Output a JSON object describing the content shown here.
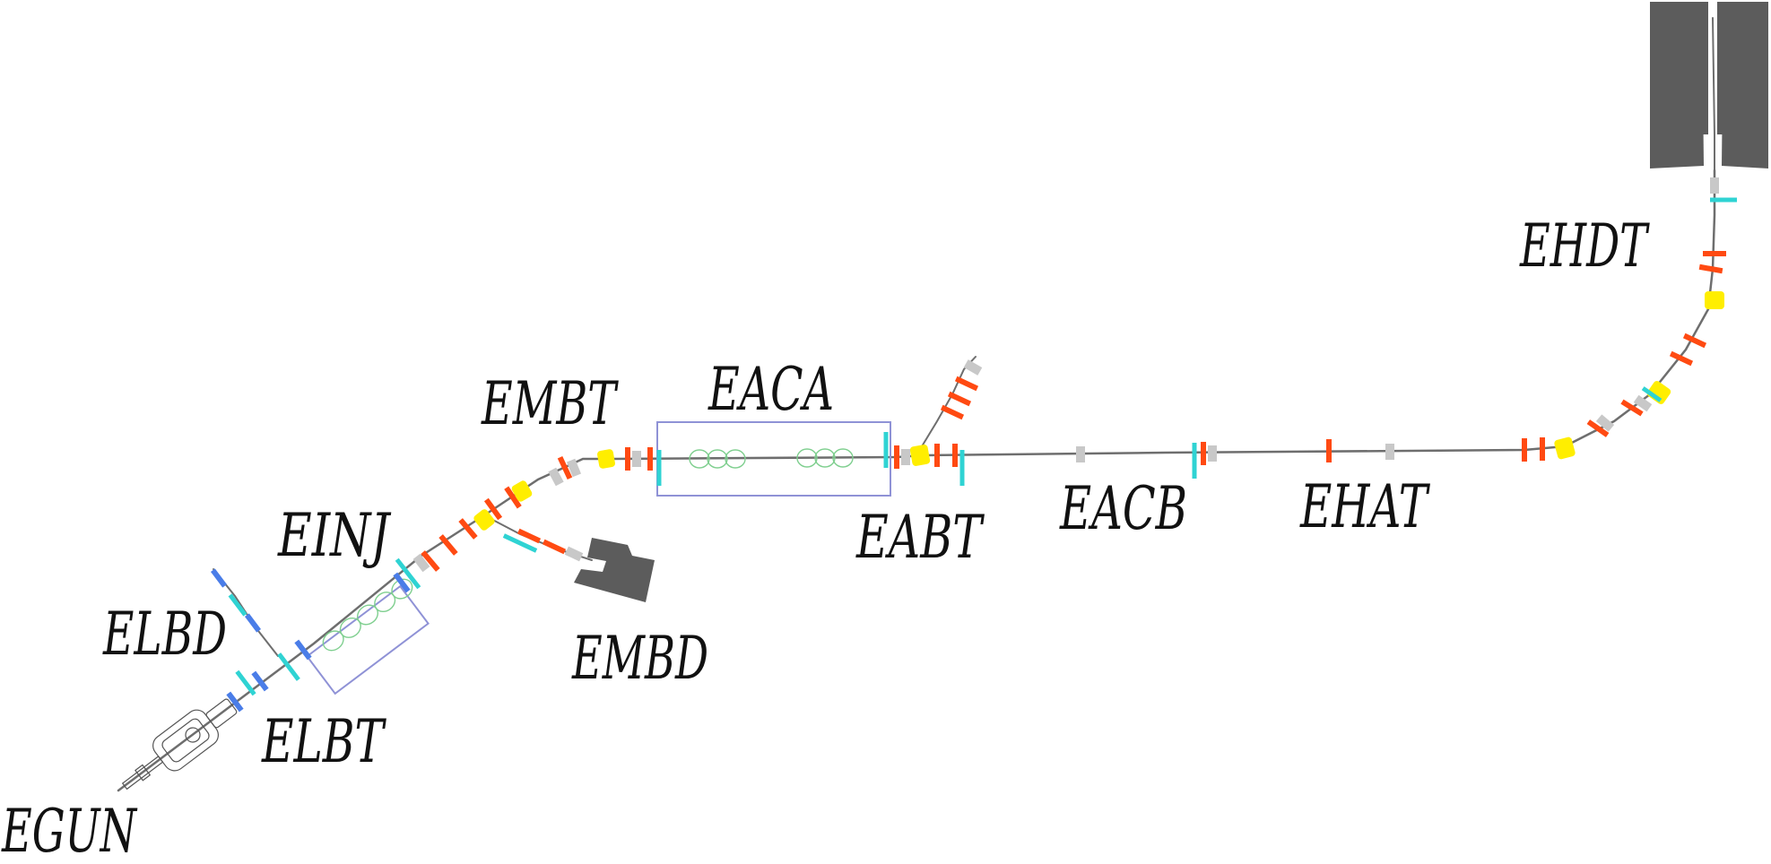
{
  "labels": {
    "egun": "EGUN",
    "elbt": "ELBT",
    "elbd": "ELBD",
    "einj": "EINJ",
    "embt": "EMBT",
    "embd": "EMBD",
    "eaca": "EACA",
    "eabt": "EABT",
    "eacb": "EACB",
    "ehat": "EHAT",
    "ehdt": "EHDT"
  },
  "colors": {
    "beamline": "#6e6e6e",
    "quadrupole": "#ff4a12",
    "corrector": "#2fd3d3",
    "dipole": "#ffee00",
    "diagnostic": "#c8c8c8",
    "steerer": "#4a7de8",
    "cavity": "#7fcf8f",
    "module_box": "#8f92d6",
    "beam_dump": "#5c5c5c"
  }
}
